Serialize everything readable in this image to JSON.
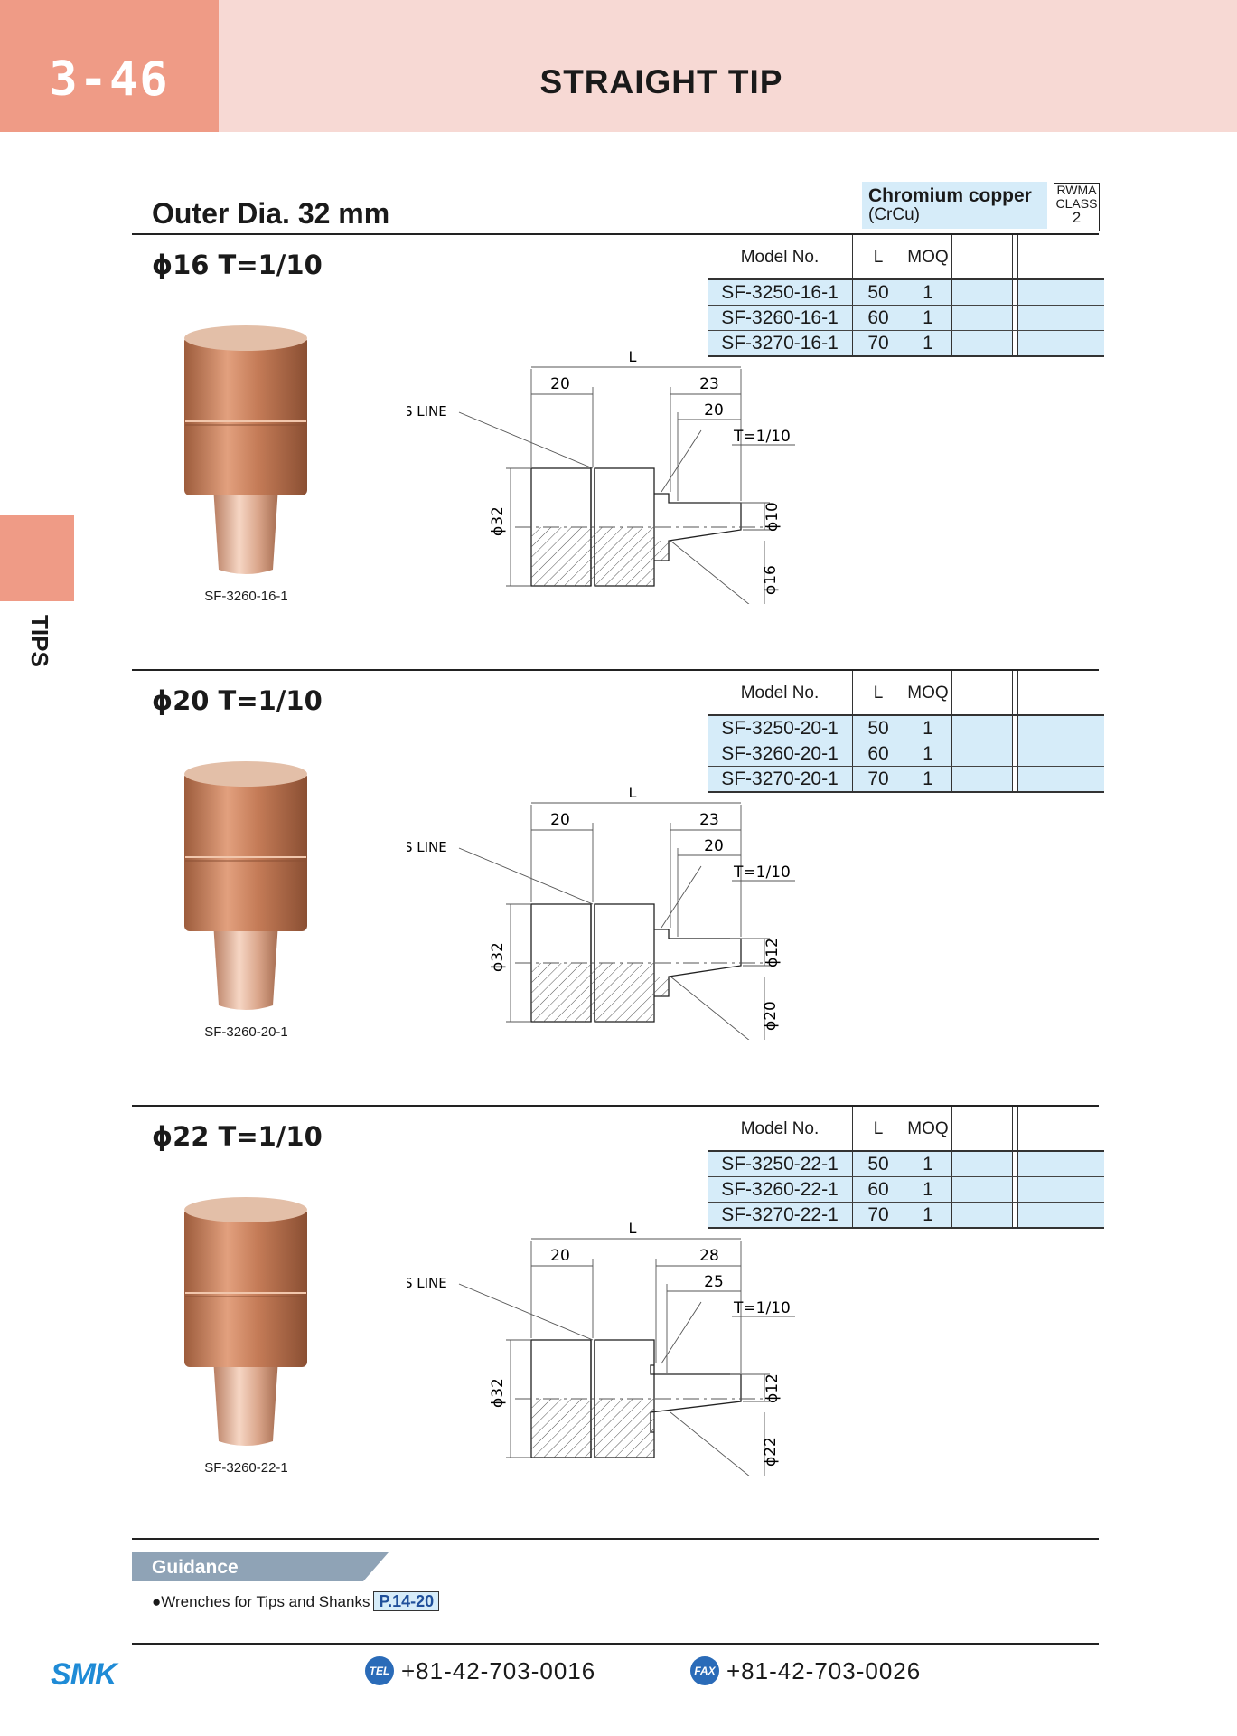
{
  "header": {
    "page_number": "3-46",
    "title": "STRAIGHT TIP"
  },
  "side_tab": {
    "label": "TIPS"
  },
  "section": {
    "title": "Outer Dia. 32 mm"
  },
  "material": {
    "name": "Chromium copper",
    "sub": "(CrCu)",
    "rwma_line1": "RWMA",
    "rwma_line2": "CLASS",
    "rwma_line3": "2"
  },
  "table_headers": {
    "model": "Model No.",
    "l": "L",
    "moq": "MOQ"
  },
  "variants": [
    {
      "title": "ϕ16  T=1/10",
      "caption": "SF-3260-16-1",
      "rows": [
        {
          "model": "SF-3250-16-1",
          "l": "50",
          "moq": "1"
        },
        {
          "model": "SF-3260-16-1",
          "l": "60",
          "moq": "1"
        },
        {
          "model": "SF-3270-16-1",
          "l": "70",
          "moq": "1"
        }
      ],
      "dims": {
        "L": "L",
        "dress": "DRESS LINE",
        "a": "20",
        "b": "23",
        "c": "20",
        "taper": "T=1/10",
        "d_body": "ϕ32",
        "d_tip": "ϕ10",
        "d_shank": "ϕ16"
      }
    },
    {
      "title": "ϕ20  T=1/10",
      "caption": "SF-3260-20-1",
      "rows": [
        {
          "model": "SF-3250-20-1",
          "l": "50",
          "moq": "1"
        },
        {
          "model": "SF-3260-20-1",
          "l": "60",
          "moq": "1"
        },
        {
          "model": "SF-3270-20-1",
          "l": "70",
          "moq": "1"
        }
      ],
      "dims": {
        "L": "L",
        "dress": "DRESS LINE",
        "a": "20",
        "b": "23",
        "c": "20",
        "taper": "T=1/10",
        "d_body": "ϕ32",
        "d_tip": "ϕ12",
        "d_shank": "ϕ20"
      }
    },
    {
      "title": "ϕ22  T=1/10",
      "caption": "SF-3260-22-1",
      "rows": [
        {
          "model": "SF-3250-22-1",
          "l": "50",
          "moq": "1"
        },
        {
          "model": "SF-3260-22-1",
          "l": "60",
          "moq": "1"
        },
        {
          "model": "SF-3270-22-1",
          "l": "70",
          "moq": "1"
        }
      ],
      "dims": {
        "L": "L",
        "dress": "DRESS LINE",
        "a": "20",
        "b": "28",
        "c": "25",
        "taper": "T=1/10",
        "d_body": "ϕ32",
        "d_tip": "ϕ12",
        "d_shank": "ϕ22"
      }
    }
  ],
  "guidance": {
    "label": "Guidance",
    "item": "●Wrenches for Tips and Shanks",
    "ref": "P.14-20"
  },
  "footer": {
    "logo": "SMK",
    "tel_label": "TEL",
    "tel": "+81-42-703-0016",
    "fax_label": "FAX",
    "fax": "+81-42-703-0026"
  },
  "colors": {
    "salmon": "#ef9b86",
    "pink": "#f7d9d4",
    "table_blue": "#d6ecf9",
    "guidance_gray": "#8fa3b6",
    "copper": "#c8825e"
  }
}
